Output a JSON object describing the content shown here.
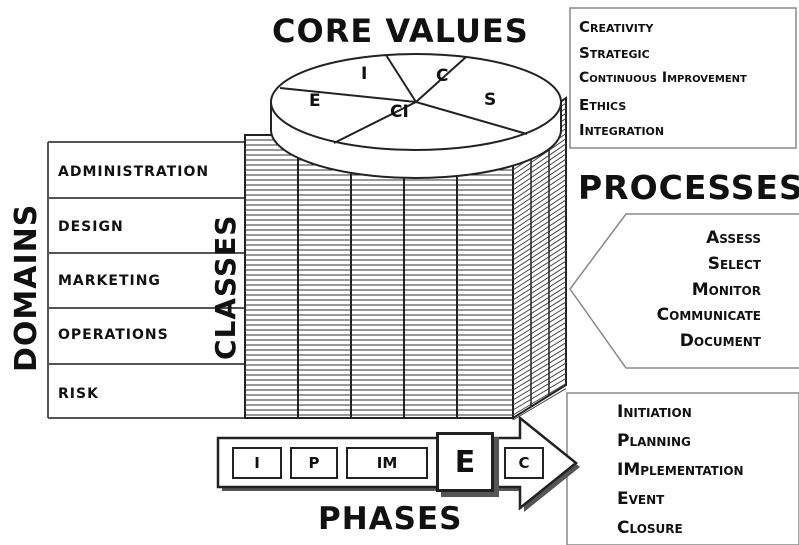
{
  "titles": {
    "core_values": "CORE VALUES",
    "processes": "PROCESSES",
    "phases": "PHASES",
    "domains": "DOMAINS",
    "classes": "CLASSES"
  },
  "core_values_list": [
    "Creativity",
    "Strategic",
    "Continuous Improvement",
    "Ethics",
    "Integration"
  ],
  "pie_sectors": [
    "I",
    "C",
    "E",
    "CI",
    "S"
  ],
  "domains": [
    "ADMINISTRATION",
    "DESIGN",
    "MARKETING",
    "OPERATIONS",
    "RISK"
  ],
  "processes_list": [
    "Assess",
    "Select",
    "Monitor",
    "Communicate",
    "Document"
  ],
  "phase_cells": [
    "I",
    "P",
    "IM",
    "E",
    "C"
  ],
  "phases_list": [
    "Initiation",
    "Planning",
    "IMplementation",
    "Event",
    "Closure"
  ]
}
